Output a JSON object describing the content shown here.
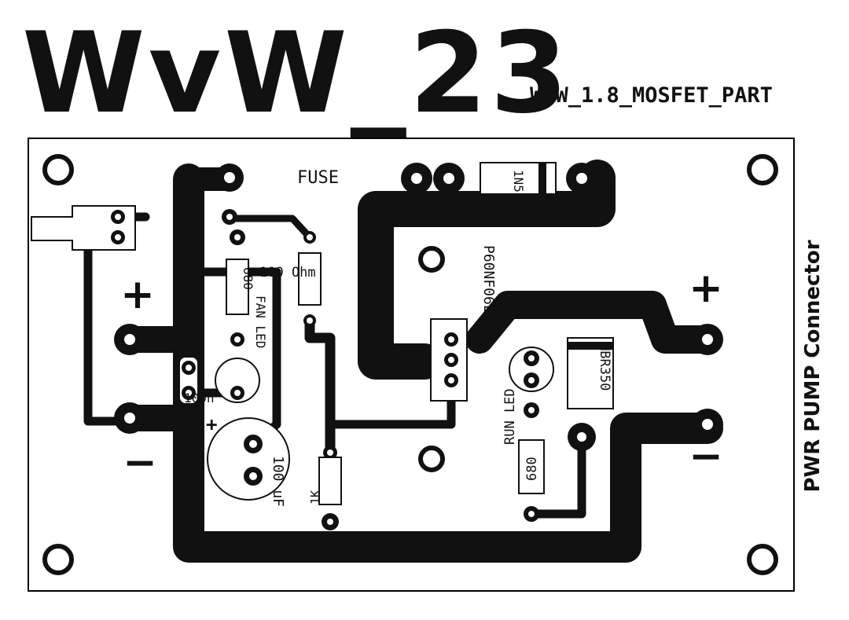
{
  "board": {
    "logo": "WvW_23",
    "subtitle": "WYW_1.8_MOSFET_PART",
    "connector_label": "PWR PUMP Connector",
    "polarity": {
      "plus": "+",
      "minus": "−"
    }
  },
  "components": {
    "fuse": "FUSE",
    "diode_1n5": "1N5",
    "mosfet": "P60NF06L",
    "r_100ohm": "100 Ohm",
    "r_680_left": "680",
    "r_680_right": "680",
    "led_left": "FAN LED",
    "r_100n": "100n",
    "cap_plus": "+",
    "cap_100uf": "100 uF",
    "r_1k": "1K",
    "run_led": "RUN LED",
    "mbr": "MBR350"
  },
  "colors": {
    "copper": "#111111",
    "background": "#ffffff",
    "outline": "#000000"
  }
}
